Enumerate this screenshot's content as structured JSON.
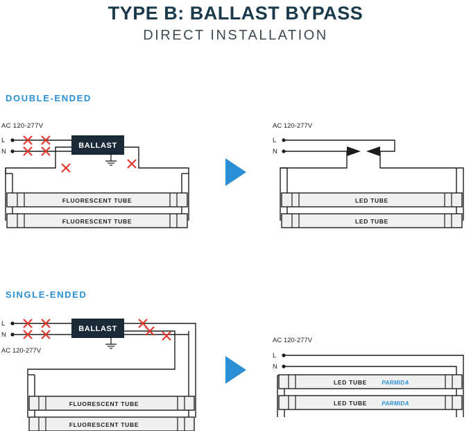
{
  "header": {
    "title": "TYPE B: BALLAST BYPASS",
    "subtitle": "DIRECT INSTALLATION"
  },
  "sections": [
    {
      "label": "DOUBLE-ENDED"
    },
    {
      "label": "SINGLE-ENDED"
    }
  ],
  "labels": {
    "supply_de_left": "AC 120-277V",
    "supply_de_right": "AC 120-277V",
    "supply_se_left": "AC 120-277V",
    "supply_se_right": "AC 120-277V",
    "line": "L",
    "neutral": "N",
    "ballast": "BALLAST",
    "fluorescent_tube": "FLUORESCENT TUBE",
    "led_tube": "LED TUBE",
    "brand": "PARMIDA"
  },
  "colors": {
    "title": "#1b3a4b",
    "subtitle": "#3f4a52",
    "accent": "#2b8fd6",
    "arrow": "#2b8fd6",
    "wire": "#1d1d1d",
    "cross": "#e03a2f",
    "ballast_fill": "#1b2a38",
    "tube_fill": "#f0f0f0",
    "tube_stroke": "#1d1d1d",
    "brand_blue": "#2b8fd6"
  },
  "arrows": [
    {
      "name": "double-ended-flow-arrow"
    },
    {
      "name": "single-ended-flow-arrow"
    }
  ]
}
